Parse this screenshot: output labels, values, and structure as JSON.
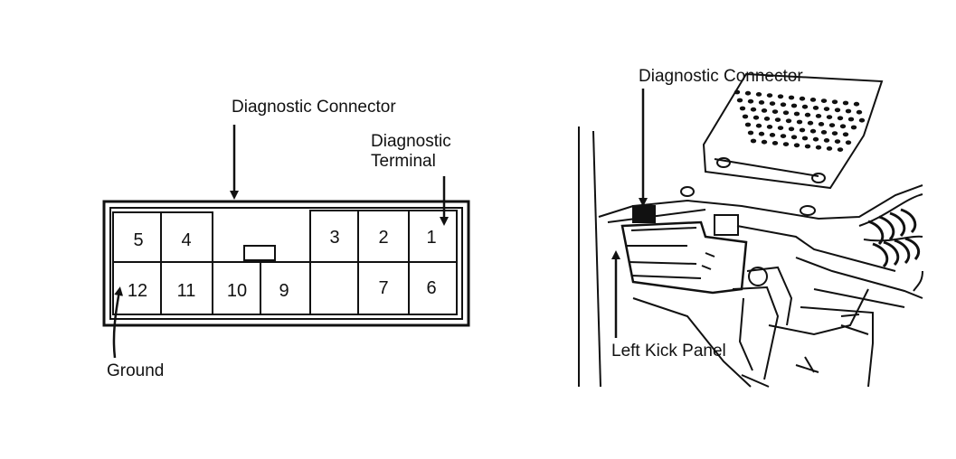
{
  "left_diagram": {
    "connector_label": "Diagnostic Connector",
    "terminal_label_line1": "Diagnostic",
    "terminal_label_line2": "Terminal",
    "ground_label": "Ground",
    "pins": {
      "p1": "1",
      "p2": "2",
      "p3": "3",
      "p4": "4",
      "p5": "5",
      "p6": "6",
      "p7": "7",
      "p9": "9",
      "p10": "10",
      "p11": "11",
      "p12": "12"
    }
  },
  "right_diagram": {
    "connector_label": "Diagnostic Connector",
    "panel_label": "Left Kick Panel"
  },
  "colors": {
    "ink": "#111111",
    "paper": "#ffffff"
  }
}
